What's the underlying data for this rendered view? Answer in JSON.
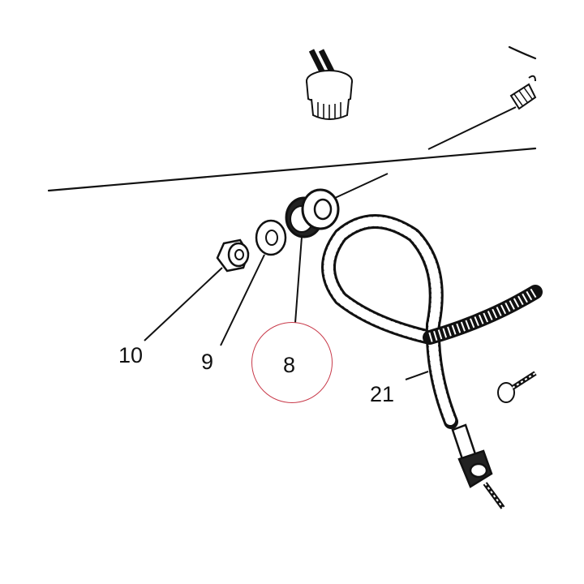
{
  "callouts": {
    "part_10": "10",
    "part_9": "9",
    "part_8": "8",
    "part_21": "21"
  },
  "highlight_color": "#c83a4a",
  "line_color": "#111111"
}
